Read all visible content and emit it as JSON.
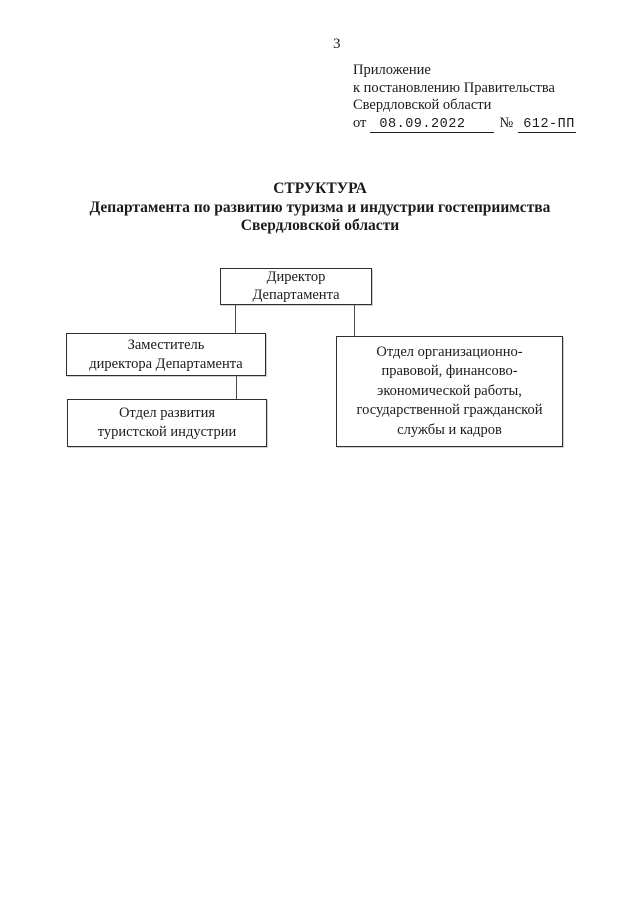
{
  "page": {
    "number": "3"
  },
  "header": {
    "lines": [
      "Приложение",
      "к постановлению Правительства",
      "Свердловской области"
    ],
    "ref_line": {
      "prefix": "от",
      "date": "08.09.2022",
      "number_sign": "№",
      "number": "612-ПП"
    }
  },
  "title": {
    "lines": [
      "СТРУКТУРА",
      "Департамента по развитию туризма и индустрии гостеприимства",
      "Свердловской области"
    ]
  },
  "org_chart": {
    "type": "org-chart",
    "nodes": [
      {
        "id": "director",
        "parent": null,
        "label": "Директор Департамента",
        "lines": [
          "Директор",
          "Департамента"
        ]
      },
      {
        "id": "deputy-director",
        "parent": "director",
        "label": "Заместитель директора Департамента",
        "lines": [
          "Заместитель",
          "директора Департамента"
        ]
      },
      {
        "id": "tourism-industry-dept",
        "parent": "deputy-director",
        "label": "Отдел развития туристской индустрии",
        "lines": [
          "Отдел развития",
          "туристской индустрии"
        ]
      },
      {
        "id": "org-legal-finance-dept",
        "parent": "director",
        "label": "Отдел организационно-правовой, финансово-экономической работы, государственной гражданской службы и кадров",
        "lines": [
          "Отдел организационно-",
          "правовой, финансово-",
          "экономической работы,",
          "государственной гражданской",
          "службы и кадров"
        ]
      }
    ],
    "colors": {
      "box_border": "#2e2e2e",
      "connector": "#4a4a4a",
      "text": "#1b1b1b",
      "page_background": "#ffffff"
    }
  }
}
